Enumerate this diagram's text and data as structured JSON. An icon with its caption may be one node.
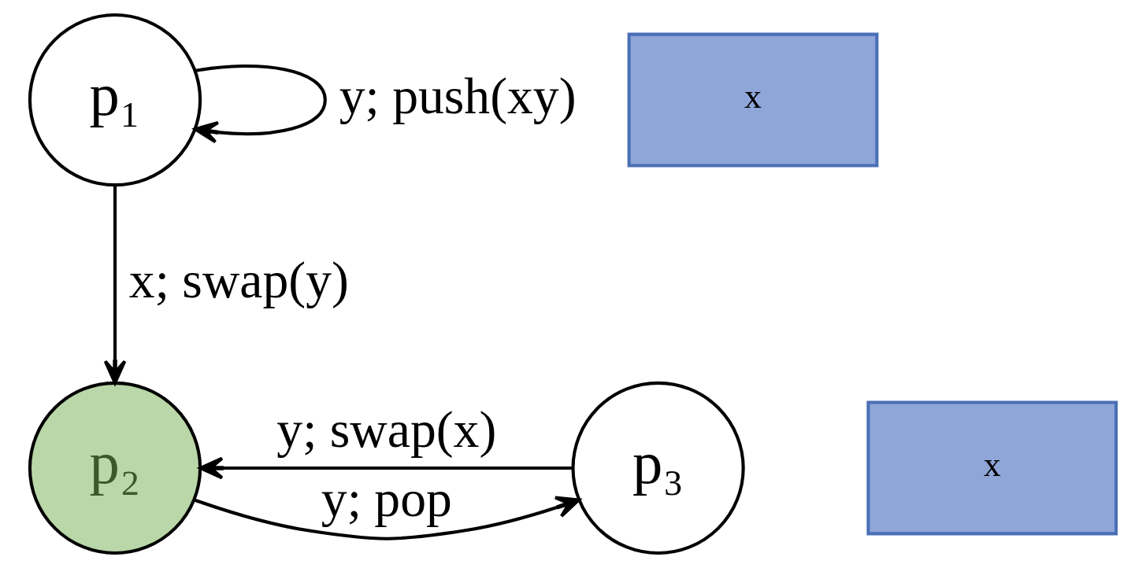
{
  "diagram": {
    "nodes": [
      {
        "text": [
          "p₁"
        ]
      },
      {
        "text": [
          "p₂"
        ]
      },
      {
        "text": [
          "p₃"
        ]
      },
      {
        "text": [
          "x"
        ]
      },
      {
        "text": [
          "x"
        ]
      }
    ],
    "edges": [
      {
        "from": 0,
        "to": 0,
        "arrow": "to",
        "label": "y; push(xy)"
      },
      {
        "from": 0,
        "to": 1,
        "arrow": "to",
        "label": "x; swap(y)"
      },
      {
        "from": 2,
        "to": 1,
        "arrow": "to",
        "label": "y; swap(x)"
      },
      {
        "from": 1,
        "to": 2,
        "arrow": "to",
        "label": "y; pop"
      }
    ]
  }
}
